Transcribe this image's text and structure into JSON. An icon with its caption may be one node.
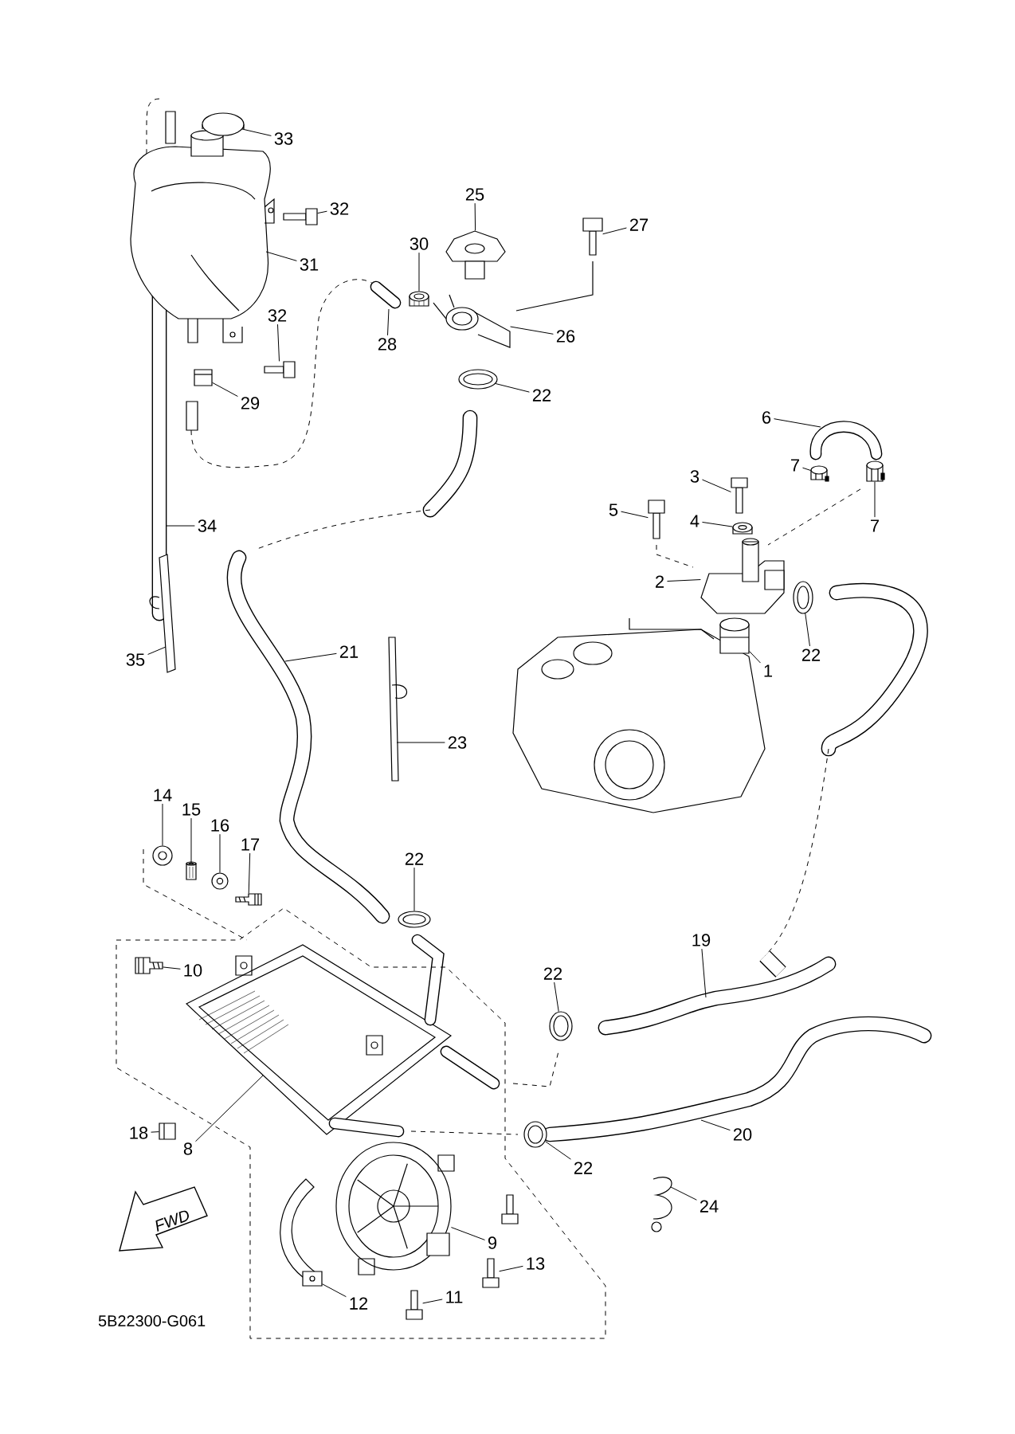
{
  "diagram": {
    "nodes": [
      {
        "text": [
          "33"
        ]
      },
      {
        "text": [
          "32"
        ]
      },
      {
        "text": [
          "25"
        ]
      },
      {
        "text": [
          "27"
        ]
      },
      {
        "text": [
          "30"
        ]
      },
      {
        "text": [
          "31"
        ]
      },
      {
        "text": [
          "32"
        ]
      },
      {
        "text": [
          "26"
        ]
      },
      {
        "text": [
          "28"
        ]
      },
      {
        "text": [
          "22"
        ]
      },
      {
        "text": [
          "29"
        ]
      },
      {
        "text": [
          "6"
        ]
      },
      {
        "text": [
          "7"
        ]
      },
      {
        "text": [
          "3"
        ]
      },
      {
        "text": [
          "5"
        ]
      },
      {
        "text": [
          "4"
        ]
      },
      {
        "text": [
          "7"
        ]
      },
      {
        "text": [
          "34"
        ]
      },
      {
        "text": [
          "2"
        ]
      },
      {
        "text": [
          "22"
        ]
      },
      {
        "text": [
          "21"
        ]
      },
      {
        "text": [
          "35"
        ]
      },
      {
        "text": [
          "1"
        ]
      },
      {
        "text": [
          "23"
        ]
      },
      {
        "text": [
          "14"
        ]
      },
      {
        "text": [
          "15"
        ]
      },
      {
        "text": [
          "16"
        ]
      },
      {
        "text": [
          "17"
        ]
      },
      {
        "text": [
          "22"
        ]
      },
      {
        "text": [
          "19"
        ]
      },
      {
        "text": [
          "10"
        ]
      },
      {
        "text": [
          "22"
        ]
      },
      {
        "text": [
          "18"
        ]
      },
      {
        "text": [
          "20"
        ]
      },
      {
        "text": [
          "8"
        ]
      },
      {
        "text": [
          "22"
        ]
      },
      {
        "text": [
          "24"
        ]
      },
      {
        "text": [
          "9"
        ]
      },
      {
        "text": [
          "13"
        ]
      },
      {
        "text": [
          "11"
        ]
      },
      {
        "text": [
          "12"
        ]
      },
      {
        "text": [],
        "shape": "picture"
      },
      {
        "text": [],
        "shape": "picture"
      },
      {
        "text": [],
        "shape": "picture"
      },
      {
        "text": [],
        "shape": "picture"
      },
      {
        "text": [],
        "shape": "picture"
      },
      {
        "text": [],
        "shape": "picture"
      },
      {
        "text": [],
        "shape": "picture"
      },
      {
        "text": [],
        "shape": "picture"
      },
      {
        "text": [],
        "shape": "picture"
      },
      {
        "text": [],
        "shape": "picture"
      },
      {
        "text": [],
        "shape": "picture"
      },
      {
        "text": [],
        "shape": "picture"
      },
      {
        "text": [],
        "shape": "picture"
      },
      {
        "text": [],
        "shape": "picture"
      },
      {
        "text": [],
        "shape": "picture"
      },
      {
        "text": [],
        "shape": "picture"
      },
      {
        "text": [],
        "shape": "picture"
      },
      {
        "text": [],
        "shape": "picture"
      },
      {
        "text": [],
        "shape": "picture"
      },
      {
        "text": [],
        "shape": "picture"
      },
      {
        "text": [],
        "shape": "picture"
      },
      {
        "text": [],
        "shape": "picture"
      },
      {
        "text": [],
        "shape": "picture"
      },
      {
        "text": [],
        "shape": "picture"
      },
      {
        "text": [],
        "shape": "picture"
      },
      {
        "text": [],
        "shape": "picture"
      },
      {
        "text": [],
        "shape": "picture"
      },
      {
        "text": [],
        "shape": "picture"
      },
      {
        "text": [],
        "shape": "picture"
      }
    ],
    "edges": [
      {
        "from": 0,
        "to": null,
        "arrow": "none"
      },
      {
        "from": 1,
        "to": 41,
        "arrow": "none"
      },
      {
        "from": 2,
        "to": 65,
        "arrow": "none"
      },
      {
        "from": 3,
        "to": 42,
        "arrow": "none"
      },
      {
        "from": 4,
        "to": 43,
        "arrow": "none"
      },
      {
        "from": 5,
        "to": null,
        "arrow": "none"
      },
      {
        "from": 6,
        "to": 44,
        "arrow": "none"
      },
      {
        "from": 7,
        "to": 66,
        "arrow": "none"
      },
      {
        "from": 8,
        "to": null,
        "arrow": "none"
      },
      {
        "from": 9,
        "to": 45,
        "arrow": "none"
      },
      {
        "from": 10,
        "to": 46,
        "arrow": "none"
      },
      {
        "from": 11,
        "to": null,
        "arrow": "none"
      },
      {
        "from": 12,
        "to": 47,
        "arrow": "none"
      },
      {
        "from": 13,
        "to": 48,
        "arrow": "none"
      },
      {
        "from": 14,
        "to": 49,
        "arrow": "none"
      },
      {
        "from": 15,
        "to": 50,
        "arrow": "none"
      },
      {
        "from": 16,
        "to": 51,
        "arrow": "none"
      },
      {
        "from": 17,
        "to": null,
        "arrow": "none"
      },
      {
        "from": 18,
        "to": 67,
        "arrow": "none"
      },
      {
        "from": 19,
        "to": 52,
        "arrow": "none"
      },
      {
        "from": 20,
        "to": null,
        "arrow": "none"
      },
      {
        "from": 21,
        "to": null,
        "arrow": "none"
      },
      {
        "from": 22,
        "to": 53,
        "arrow": "none"
      },
      {
        "from": 23,
        "to": null,
        "arrow": "none"
      },
      {
        "from": 24,
        "to": 54,
        "arrow": "none"
      },
      {
        "from": 25,
        "to": 55,
        "arrow": "none"
      },
      {
        "from": 26,
        "to": 56,
        "arrow": "none"
      },
      {
        "from": 27,
        "to": 57,
        "arrow": "none"
      },
      {
        "from": 28,
        "to": 58,
        "arrow": "none"
      },
      {
        "from": 29,
        "to": null,
        "arrow": "none"
      },
      {
        "from": 30,
        "to": 59,
        "arrow": "none"
      },
      {
        "from": 31,
        "to": 60,
        "arrow": "none"
      },
      {
        "from": 32,
        "to": 61,
        "arrow": "none"
      },
      {
        "from": 33,
        "to": null,
        "arrow": "none"
      },
      {
        "from": 34,
        "to": null,
        "arrow": "none"
      },
      {
        "from": 35,
        "to": 62,
        "arrow": "none"
      },
      {
        "from": 36,
        "to": null,
        "arrow": "none"
      },
      {
        "from": 37,
        "to": 68,
        "arrow": "none"
      },
      {
        "from": 38,
        "to": 63,
        "arrow": "none"
      },
      {
        "from": 39,
        "to": 64,
        "arrow": "none"
      },
      {
        "from": 40,
        "to": 69,
        "arrow": "none"
      }
    ],
    "labels": [
      "FWD",
      "5B22300-G061"
    ]
  }
}
